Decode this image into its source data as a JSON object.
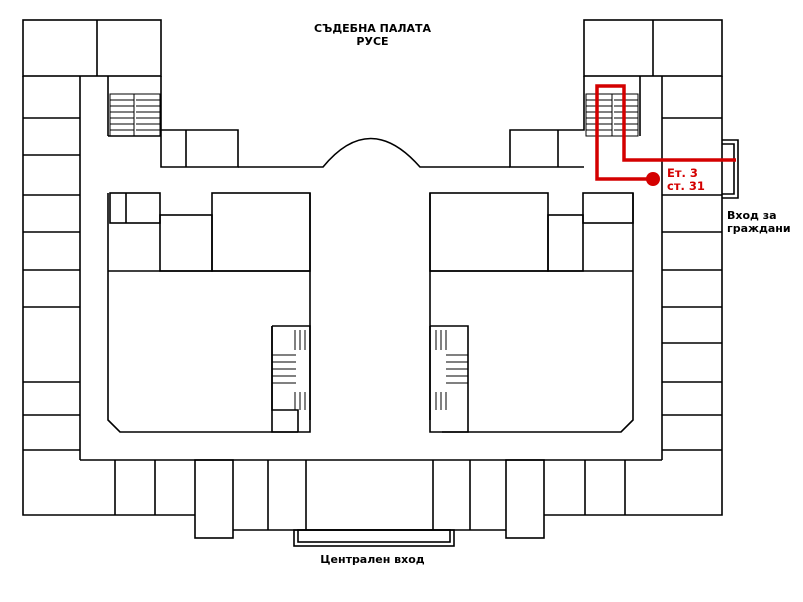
{
  "building": {
    "title_line1": "СЪДЕБНА ПАЛАТА",
    "title_line2": "РУСЕ"
  },
  "entrances": {
    "citizens_line1": "Вход за",
    "citizens_line2": "граждани",
    "central": "Централен вход"
  },
  "destination": {
    "floor": "Ет. 3",
    "room": "ст. 31"
  },
  "colors": {
    "walls": "#000000",
    "route": "#d40000",
    "background": "#ffffff"
  }
}
